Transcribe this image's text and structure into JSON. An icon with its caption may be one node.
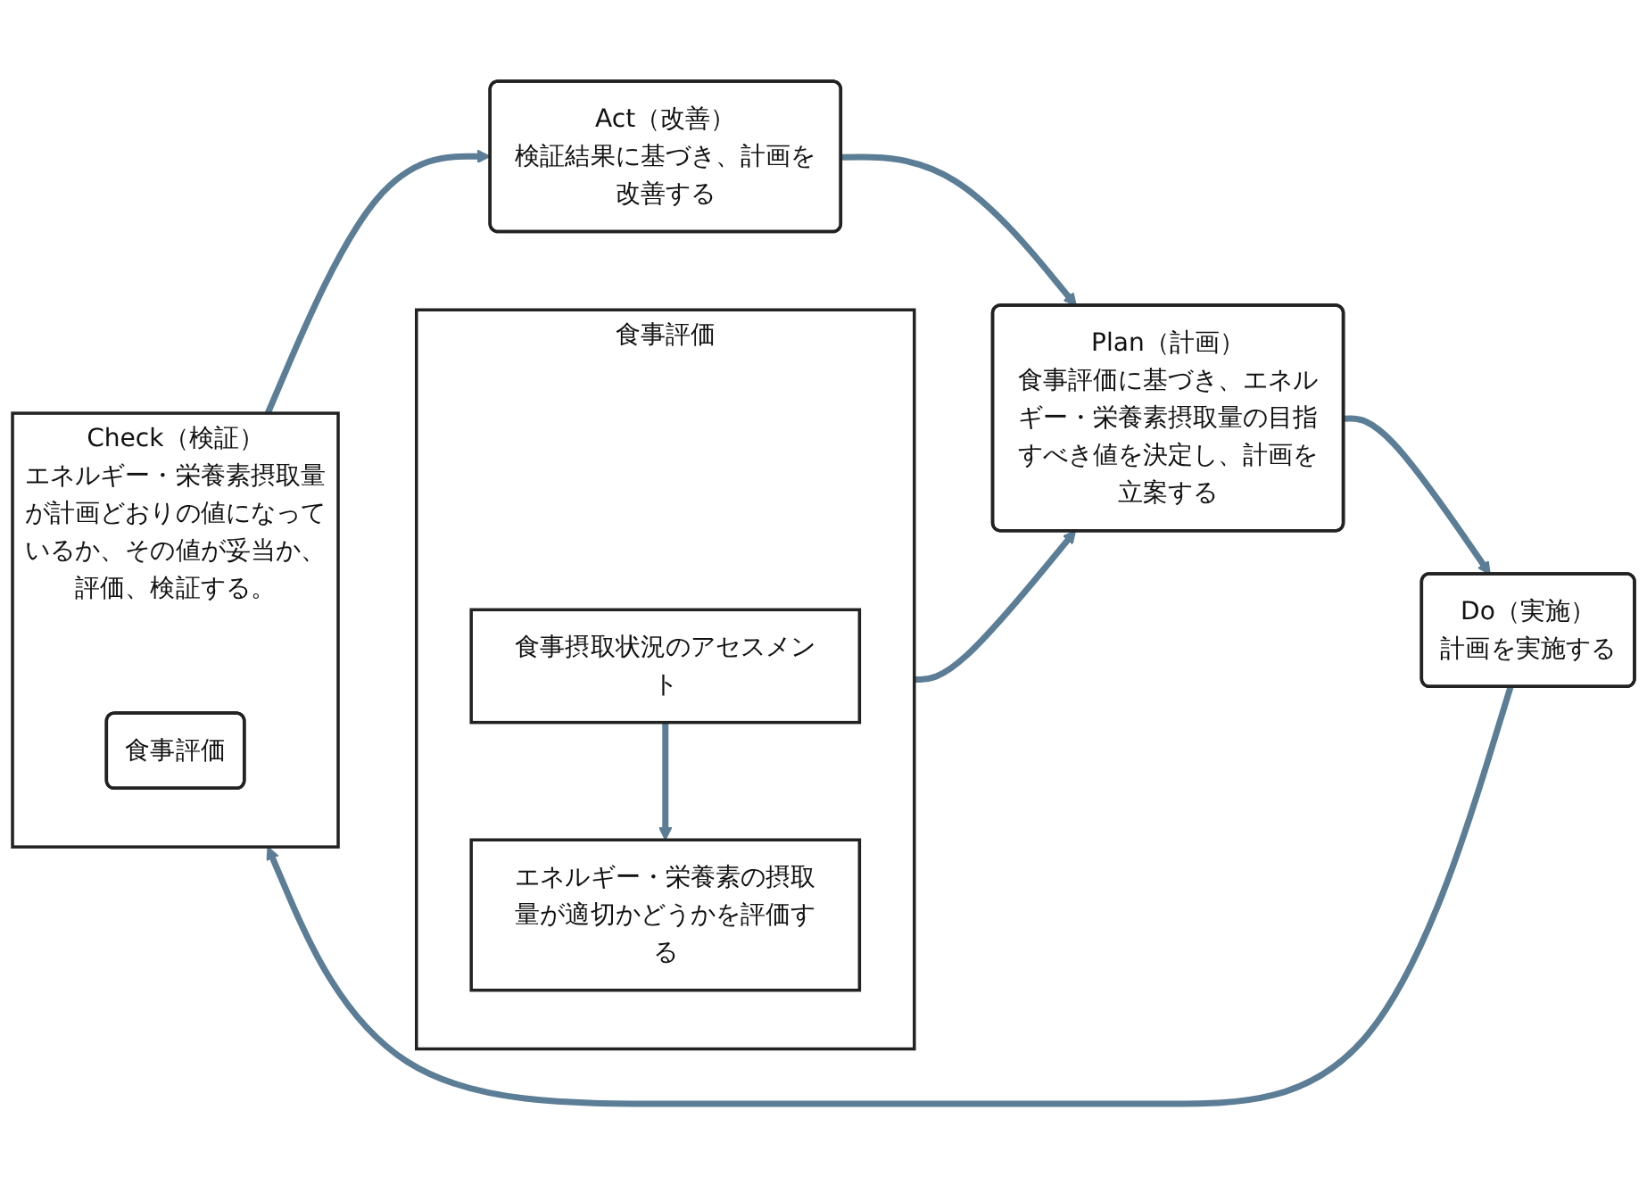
{
  "diagram": {
    "nodes": [
      {
        "text": [
          "食事評価"
        ]
      },
      {
        "text": [
          "食事摂取状況のアセスメント"
        ],
        "in": 0
      },
      {
        "text": [
          "エネルギー・栄養素の摂取量が適切かどうかを評価する"
        ],
        "in": 0
      },
      {
        "text": [
          "Plan（計画）",
          "食事評価に基づき、エネルギー・栄養素摂取量の目指すべき値を決定し、計画を立案する"
        ]
      },
      {
        "text": [
          "Do（実施）",
          "計画を実施する"
        ]
      },
      {
        "text": [
          "Check（検証）",
          "エネルギー・栄養素摂取量が計画どおりの値になっているか、その値が妥当か、評価、検証する。"
        ]
      },
      {
        "text": [
          "食事評価"
        ],
        "in": 5
      },
      {
        "text": [
          "Act（改善）",
          "検証結果に基づき、計画を改善する"
        ]
      }
    ],
    "edges": [
      {
        "from": 1,
        "to": 2,
        "arrow": "to"
      },
      {
        "from": 0,
        "to": 3,
        "arrow": "to"
      },
      {
        "from": 3,
        "to": 4,
        "arrow": "to"
      },
      {
        "from": 4,
        "to": 5,
        "arrow": "to"
      },
      {
        "from": 5,
        "to": 7,
        "arrow": "to"
      },
      {
        "from": 7,
        "to": 3,
        "arrow": "to"
      }
    ]
  }
}
